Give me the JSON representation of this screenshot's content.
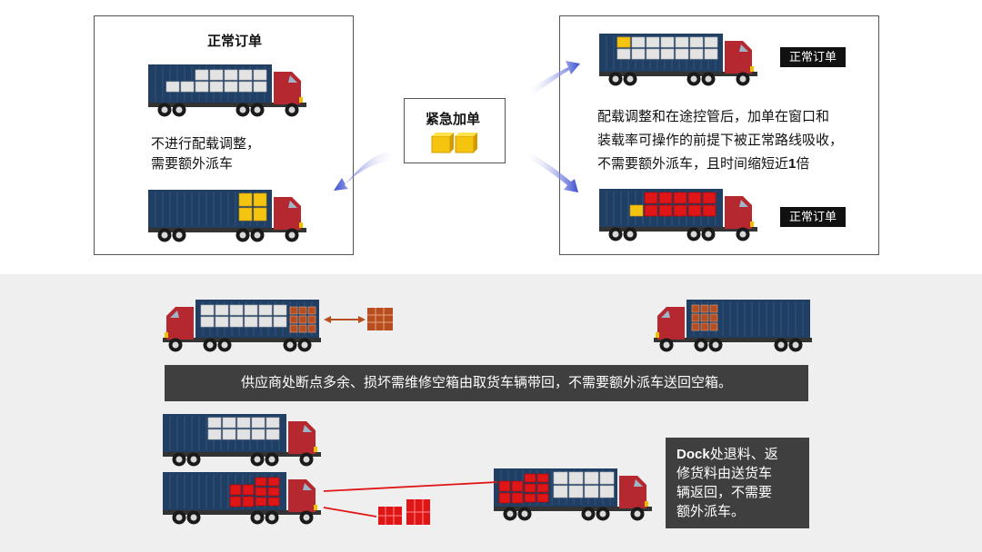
{
  "top_left": {
    "title": "正常订单",
    "note_line1": "不进行配载调整，",
    "note_line2": "需要额外派车"
  },
  "center": {
    "label": "紧急加单"
  },
  "top_right": {
    "tag_1": "正常订单",
    "tag_2": "正常订单",
    "text_line1": "配载调整和在途控管后，加单在窗口和",
    "text_line2": "装载率可操作的前提下被正常路线吸收，",
    "text_line3_a": "不需要额外派车，且时间缩短近",
    "text_line3_b": "1",
    "text_line3_c": "倍"
  },
  "bottom": {
    "banner": "供应商处断点多余、损坏需维修空箱由取货车辆带回，不需要额外派车送回空箱。",
    "dock_bold": "Dock",
    "dock_text_1": "处退料、返",
    "dock_text_2": "修货料由送货车",
    "dock_text_3": "辆返回，不需要",
    "dock_text_4": "额外派车。"
  },
  "colors": {
    "container": "#213f63",
    "cab": "#b5282f",
    "white_cargo": "#e3e3e3",
    "yellow_cargo": "#f5c40f",
    "red_cargo": "#e01515",
    "orange_crate": "#b84e20",
    "arrow": "#3a4ed0"
  }
}
